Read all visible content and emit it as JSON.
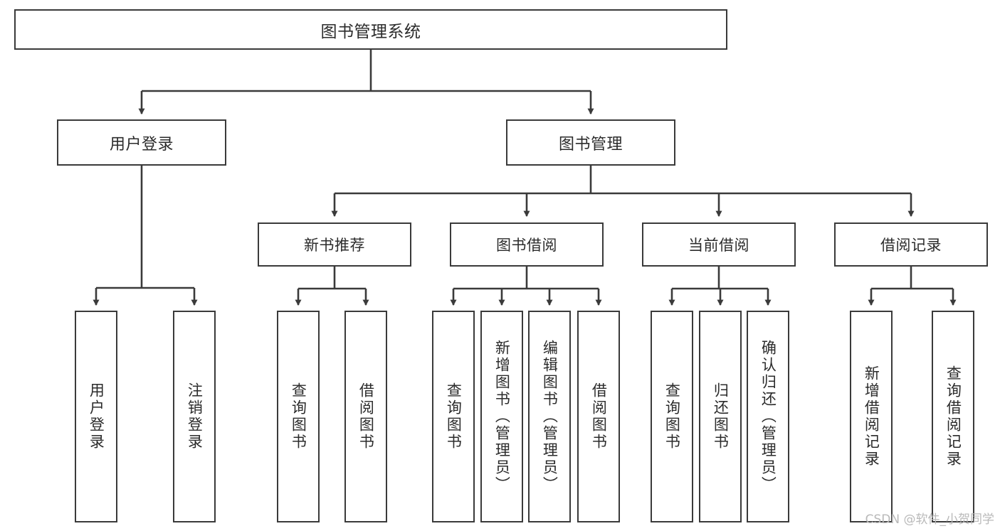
{
  "diagram": {
    "title": "图书管理系统",
    "watermark": "CSDN @软件_小贺同学",
    "stroke_color": "#3a3a3a",
    "text_color": "#2b2b2b",
    "background_color": "#ffffff",
    "nodes": {
      "root": {
        "label": "图书管理系统"
      },
      "level2": [
        {
          "label": "用户登录"
        },
        {
          "label": "图书管理"
        }
      ],
      "level3": [
        {
          "label": "新书推荐"
        },
        {
          "label": "图书借阅"
        },
        {
          "label": "当前借阅"
        },
        {
          "label": "借阅记录"
        }
      ],
      "leaves": {
        "user_login": [
          {
            "label": "用户登录"
          },
          {
            "label": "注销登录"
          }
        ],
        "new_book": [
          {
            "label": "查询图书"
          },
          {
            "label": "借阅图书"
          }
        ],
        "book_borrow": [
          {
            "label": "查询图书"
          },
          {
            "label": "新增图书（管理员）"
          },
          {
            "label": "编辑图书（管理员）"
          },
          {
            "label": "借阅图书"
          }
        ],
        "current_borrow": [
          {
            "label": "查询图书"
          },
          {
            "label": "归还图书"
          },
          {
            "label": "确认归还（管理员）"
          }
        ],
        "borrow_record": [
          {
            "label": "新增借阅记录"
          },
          {
            "label": "查询借阅记录"
          }
        ]
      }
    }
  }
}
